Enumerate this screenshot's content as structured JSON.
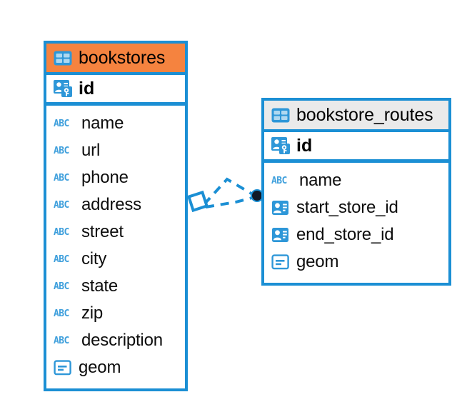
{
  "diagram": {
    "type": "entity-relationship-diagram",
    "background": "#ffffff",
    "accent_blue": "#1b8fd4",
    "accent_orange": "#f5833f",
    "accent_gray": "#eaeaea",
    "icon_blue": "#3e9fdc"
  },
  "entities": [
    {
      "name": "bookstores",
      "header_color": "#f5833f",
      "table_icon": "table-icon",
      "primary_key": {
        "label": "id",
        "icon": "primary-key-icon"
      },
      "fields": [
        {
          "label": "name",
          "icon": "abc-text-icon",
          "type": "text"
        },
        {
          "label": "url",
          "icon": "abc-text-icon",
          "type": "text"
        },
        {
          "label": "phone",
          "icon": "abc-text-icon",
          "type": "text"
        },
        {
          "label": "address",
          "icon": "abc-text-icon",
          "type": "text"
        },
        {
          "label": "street",
          "icon": "abc-text-icon",
          "type": "text"
        },
        {
          "label": "city",
          "icon": "abc-text-icon",
          "type": "text"
        },
        {
          "label": "state",
          "icon": "abc-text-icon",
          "type": "text"
        },
        {
          "label": "zip",
          "icon": "abc-text-icon",
          "type": "text"
        },
        {
          "label": "description",
          "icon": "abc-text-icon",
          "type": "text"
        },
        {
          "label": "geom",
          "icon": "geometry-icon",
          "type": "geometry"
        }
      ]
    },
    {
      "name": "bookstore_routes",
      "header_color": "#eaeaea",
      "table_icon": "table-icon",
      "primary_key": {
        "label": "id",
        "icon": "primary-key-icon"
      },
      "fields": [
        {
          "label": "name",
          "icon": "abc-text-icon",
          "type": "text"
        },
        {
          "label": "start_store_id",
          "icon": "foreign-key-icon",
          "type": "foreign-key"
        },
        {
          "label": "end_store_id",
          "icon": "foreign-key-icon",
          "type": "foreign-key"
        },
        {
          "label": "geom",
          "icon": "geometry-icon",
          "type": "geometry"
        }
      ]
    }
  ],
  "relationship": {
    "style": "dashed",
    "color": "#1b8fd4",
    "source_marker": "diamond-marker",
    "target_marker": "filled-circle-marker",
    "from_entity": "bookstores",
    "to_entity": "bookstore_routes"
  },
  "abc_icon_text": "ABC"
}
